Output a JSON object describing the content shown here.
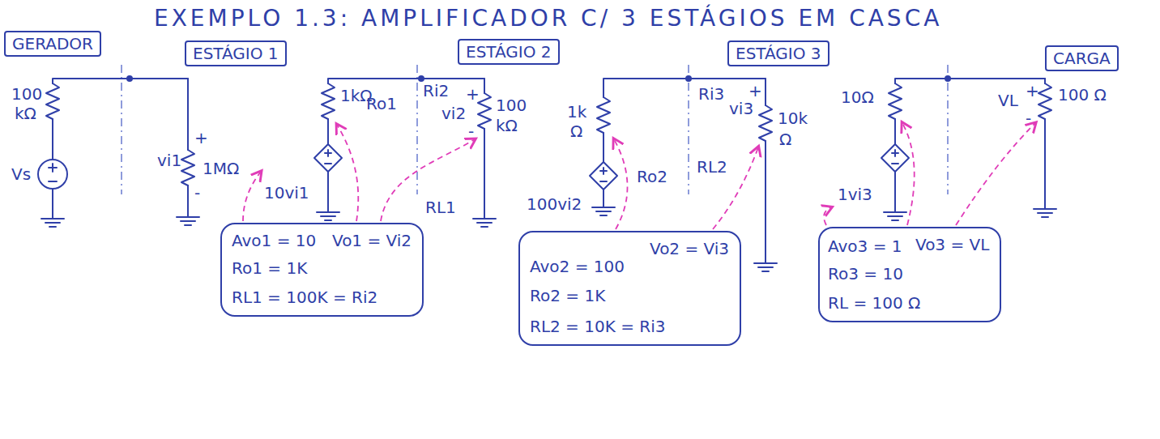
{
  "diagram": {
    "title": "EXEMPLO 1.3: AMPLIFICADOR C/ 3 ESTÁGIOS EM CASCA",
    "nodes": [
      {
        "text": [
          "GERADOR"
        ]
      },
      {
        "text": [
          "ESTÁGIO 1"
        ]
      },
      {
        "text": [
          "ESTÁGIO 2"
        ]
      },
      {
        "text": [
          "ESTÁGIO 3"
        ]
      },
      {
        "text": [
          "CARGA"
        ]
      },
      {
        "text": [
          "Avo1 = 10",
          "Vo1 = Vi2",
          "Ro1 = 1K",
          "RL1 = 100K = Ri2"
        ]
      },
      {
        "text": [
          "Avo2 = 100",
          "Vo2 = Vi3",
          "Ro2 = 1K",
          "RL2 = 10K = Ri3"
        ]
      },
      {
        "text": [
          "Avo3 = 1",
          "Vo3 = VL",
          "Ro3 = 10",
          "RL = 100 Ω"
        ]
      }
    ],
    "labels": [
      "100",
      "kΩ",
      "Vs",
      "+",
      "vi1",
      "-",
      "1MΩ",
      "1kΩ",
      "10vi1",
      "Ro1",
      "Ri2",
      "+",
      "vi2",
      "-",
      "100",
      "kΩ",
      "RL1",
      "1k",
      "Ω",
      "100vi2",
      "Ro2",
      "Ri3",
      "vi3",
      "+",
      "10k",
      "Ω",
      "RL2",
      "10Ω",
      "1vi3",
      "+",
      "VL",
      "-",
      "100 Ω"
    ]
  }
}
